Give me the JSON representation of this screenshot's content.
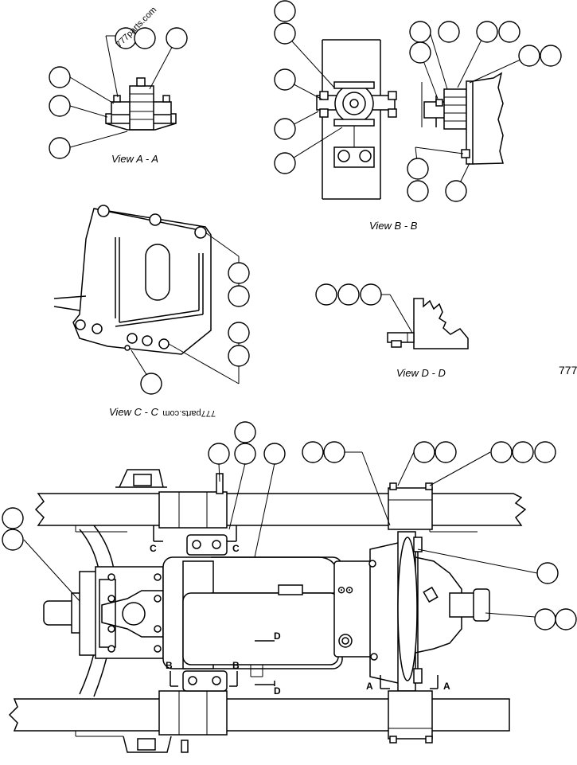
{
  "views": {
    "aa": "View A - A",
    "bb": "View B - B",
    "cc": "View C - C",
    "dd": "View D - D"
  },
  "section_marks": {
    "a": "A",
    "b": "B",
    "c": "C",
    "d": "D"
  },
  "watermark": {
    "top": "777parts.com",
    "middle": "777parts.com"
  },
  "page_number": "777"
}
